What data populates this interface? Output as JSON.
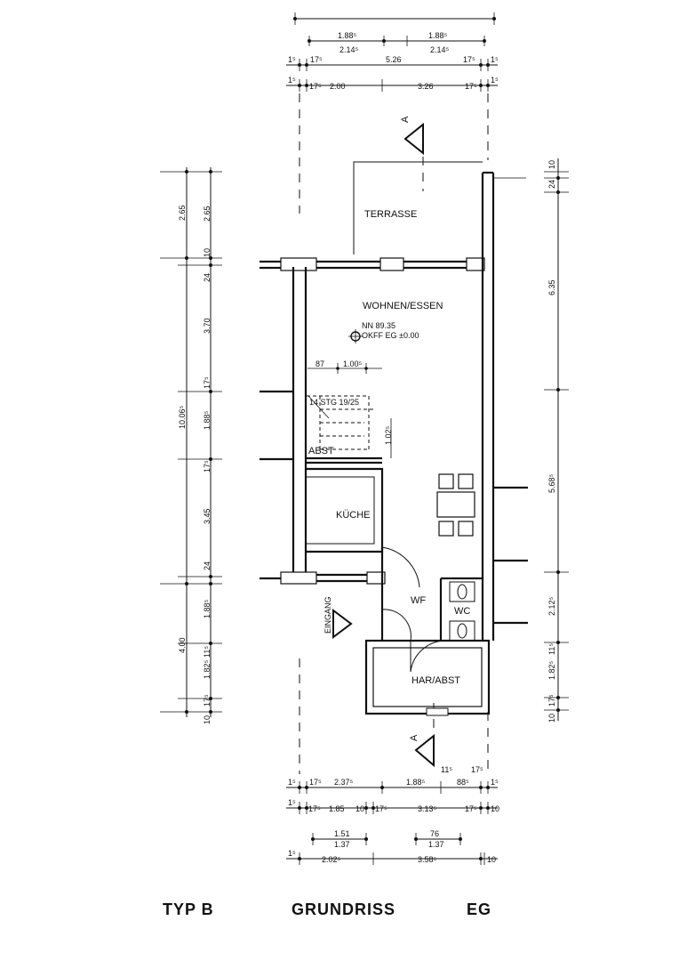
{
  "rooms": {
    "terrasse": "TERRASSE",
    "wohnen": "WOHNEN/ESSEN",
    "nn": "NN 89.35",
    "okff": "OKFF EG ±0.00",
    "stair": "14 STG 19/25",
    "abst1": "ABST",
    "kueche": "KÜCHE",
    "wf": "WF",
    "wc": "WC",
    "har": "HAR/ABST",
    "eingang": "EINGANG",
    "sec_top": "A",
    "sec_bottom": "A"
  },
  "top_dims": {
    "row1": [
      "1.88⁵",
      "1.88⁵"
    ],
    "row1b": [
      "2.14⁵",
      "2.14⁵"
    ],
    "row2": [
      "1⁵",
      "17⁵",
      "5.26",
      "17⁵",
      "1⁵"
    ],
    "row3": [
      "1⁵",
      "17⁵",
      "2.00",
      "3.26",
      "17⁵",
      "1⁵"
    ]
  },
  "interior_dims": {
    "d87": "87",
    "d100": "1.00⁵",
    "d102": "1.02⁵"
  },
  "left_dims": {
    "col_outer": [
      "2.65",
      "10.06⁵",
      "4.00"
    ],
    "col_inner": [
      "2.65",
      "10",
      "24",
      "3.70",
      "17⁵",
      "1.88⁵",
      "17⁵",
      "3.45",
      "24",
      "1.88⁵",
      "11⁵",
      "1.82⁵",
      "17⁵",
      "10"
    ]
  },
  "right_dims": {
    "labels": [
      "10",
      "24",
      "6.35",
      "5.68⁵",
      "2.12⁵",
      "11⁵",
      "1.82⁵",
      "17⁵",
      "10"
    ]
  },
  "bottom_dims": {
    "row1": [
      "1⁵",
      "17⁵",
      "2.37⁵",
      "1.88⁵",
      "11⁵",
      "88⁵",
      "17⁵",
      "1⁵"
    ],
    "row2": [
      "1⁵",
      "17⁵",
      "1.85",
      "10",
      "17⁵",
      "3.13⁵",
      "17⁵",
      "10"
    ],
    "row3": [
      "1.51",
      "1.37",
      "76",
      "1.37"
    ],
    "row4": [
      "1⁵",
      "2.02⁵",
      "3.58⁵",
      "10"
    ]
  },
  "footer": {
    "typ": "TYP B",
    "title": "GRUNDRISS",
    "level": "EG"
  }
}
